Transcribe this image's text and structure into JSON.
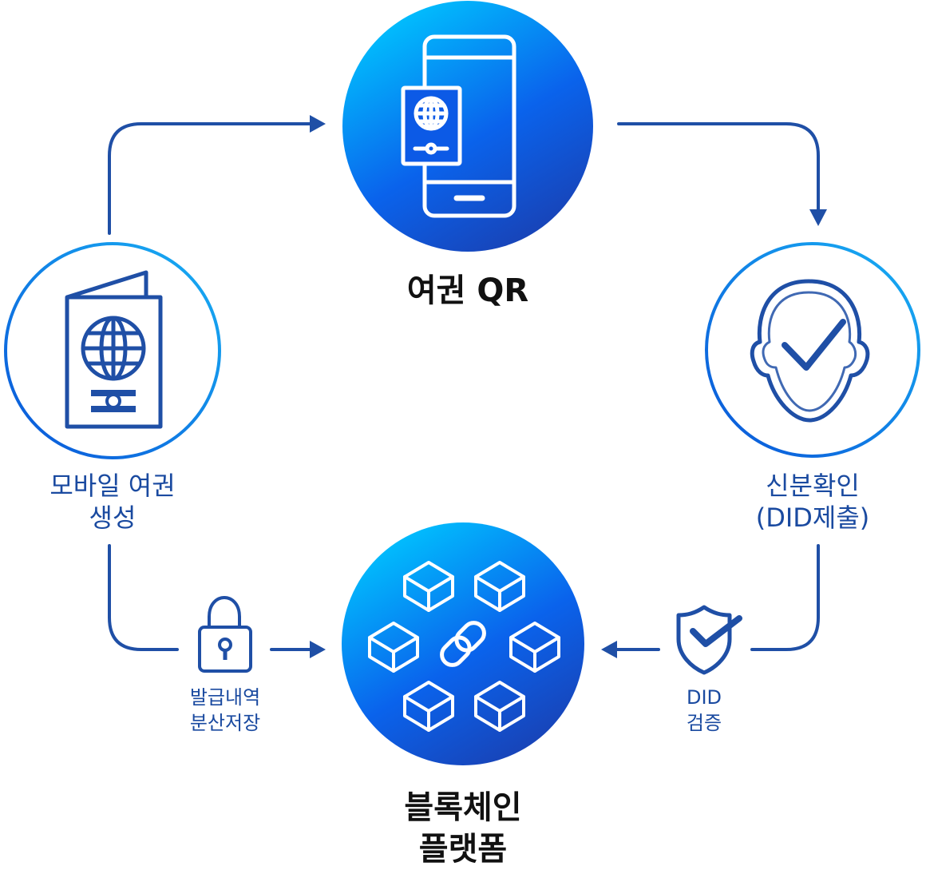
{
  "nodes": {
    "passport_qr": {
      "label": "여권 QR"
    },
    "mobile_passport": {
      "line1": "모바일 여권",
      "line2": "생성"
    },
    "identity_check": {
      "line1": "신분확인",
      "line2": "(DID제출)"
    },
    "blockchain": {
      "line1": "블록체인",
      "line2": "플랫폼"
    }
  },
  "edges": {
    "issuance_storage": {
      "line1": "발급내역",
      "line2": "분산저장",
      "icon": "padlock-icon"
    },
    "did_verification": {
      "line1": "DID",
      "line2": "검증",
      "icon": "shield-check-icon"
    }
  },
  "colors": {
    "line": "#1f4fa6",
    "gradient_top": "#00c6ff",
    "gradient_bottom": "#0a3fb8",
    "ring_inner": "#0a4fd6",
    "ring_outer": "#14a8f0"
  }
}
